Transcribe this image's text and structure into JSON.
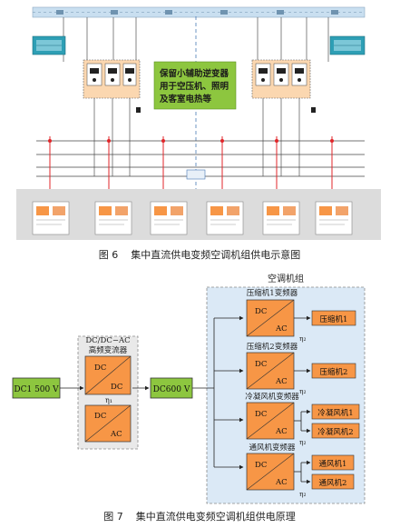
{
  "figure6": {
    "green_note_lines": [
      "保留小辅助逆变器",
      "用于空压机、照明",
      "及客室电热等"
    ],
    "caption": "图 6    集中直流供电变频空调机组供电示意图"
  },
  "figure7": {
    "group_title": "空调机组",
    "source_label": "DC1 500 V",
    "converter_title_lines": [
      "DC/DC−AC",
      "高频变流器"
    ],
    "dc_label": "DC",
    "ac_label": "AC",
    "eta1_label": "η₁",
    "eta2_label": "η₂",
    "dc600_label": "DC600 V",
    "inverters": [
      {
        "title": "压缩机1变频器",
        "loads": [
          "压缩机1"
        ]
      },
      {
        "title": "压缩机2变频器",
        "loads": [
          "压缩机2"
        ]
      },
      {
        "title": "冷凝风机变频器",
        "loads": [
          "冷凝风机1",
          "冷凝风机2"
        ]
      },
      {
        "title": "通风机变频器",
        "loads": [
          "通风机1",
          "通风机2"
        ]
      }
    ],
    "caption": "图 7    集中直流供电变频空调机组供电原理"
  },
  "colors": {
    "green": "#8dc63f",
    "orange": "#f79646",
    "orange_light": "#fbd2ab",
    "blue_bg": "#dbe9f6",
    "teal": "#2e9fb5",
    "red": "#e0262a",
    "gray_bg": "#dcdcdc"
  }
}
